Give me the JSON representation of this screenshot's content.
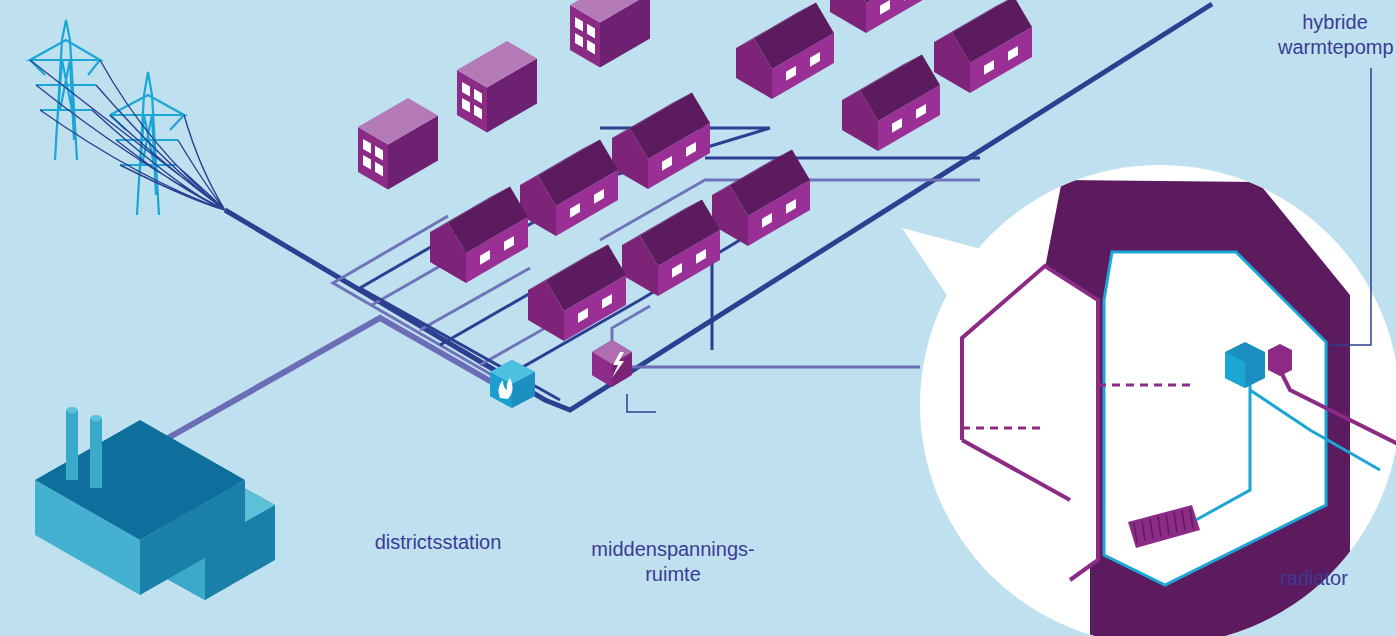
{
  "diagram": {
    "labels": [
      "hybride warmtepomp",
      "districtsstation",
      "middenspannings- ruimte",
      "radiator"
    ]
  }
}
